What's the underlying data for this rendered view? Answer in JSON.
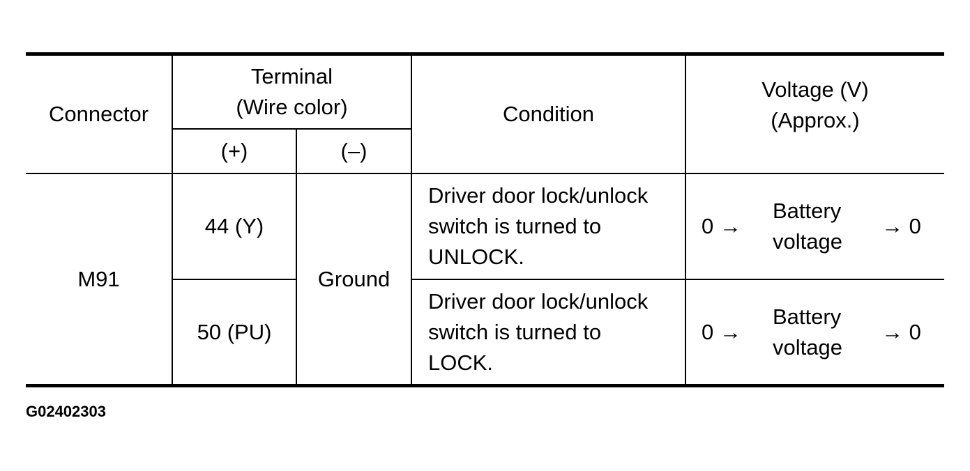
{
  "header": {
    "connector": "Connector",
    "terminal_line1": "Terminal",
    "terminal_line2": "(Wire color)",
    "terminal_plus": "(+)",
    "terminal_minus": "(–)",
    "condition": "Condition",
    "voltage_line1": "Voltage (V)",
    "voltage_line2": "(Approx.)"
  },
  "rows": [
    {
      "connector": "M91",
      "terminal_plus": "44 (Y)",
      "terminal_minus": "Ground",
      "condition_lines": [
        "Driver door lock/unlock",
        "switch is turned to",
        "UNLOCK."
      ],
      "voltage_start": "0 →",
      "voltage_mid_line1": "Battery",
      "voltage_mid_line2": "voltage",
      "voltage_end": "→ 0"
    },
    {
      "terminal_plus": "50 (PU)",
      "condition_lines": [
        "Driver door lock/unlock",
        "switch is turned to",
        "LOCK."
      ],
      "voltage_start": "0 →",
      "voltage_mid_line1": "Battery",
      "voltage_mid_line2": "voltage",
      "voltage_end": "→ 0"
    }
  ],
  "figure_id": "G02402303"
}
